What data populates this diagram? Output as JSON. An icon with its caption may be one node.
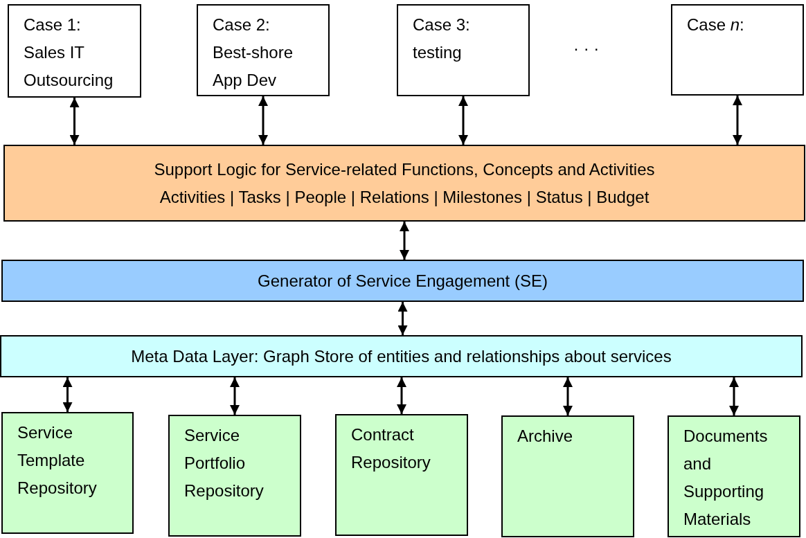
{
  "diagram": {
    "nodes": [
      {
        "text": [
          "Case 1:",
          "Sales IT Outsourcing"
        ]
      },
      {
        "text": [
          "Case 2:",
          "Best-shore App Dev"
        ]
      },
      {
        "text": [
          "Case 3:",
          "testing"
        ]
      },
      {
        "text": [
          "Case *n*:"
        ]
      },
      {
        "text": [
          "Support Logic for Service-related Functions, Concepts and Activities",
          "Activities | Tasks | People | Relations | Milestones | Status | Budget"
        ]
      },
      {
        "text": [
          "Generator of Service Engagement (SE)"
        ]
      },
      {
        "text": [
          "Meta Data Layer: Graph Store of entities and relationships about services"
        ]
      },
      {
        "text": [
          "Service Template Repository"
        ]
      },
      {
        "text": [
          "Service Portfolio Repository"
        ]
      },
      {
        "text": [
          "Contract Repository"
        ]
      },
      {
        "text": [
          "Archive"
        ]
      },
      {
        "text": [
          "Documents and Supporting Materials"
        ]
      }
    ],
    "edges": [
      {
        "from": 0,
        "to": 4,
        "arrow": "both"
      },
      {
        "from": 1,
        "to": 4,
        "arrow": "both"
      },
      {
        "from": 2,
        "to": 4,
        "arrow": "both"
      },
      {
        "from": 3,
        "to": 4,
        "arrow": "both"
      },
      {
        "from": 4,
        "to": 5,
        "arrow": "both"
      },
      {
        "from": 5,
        "to": 6,
        "arrow": "both"
      },
      {
        "from": 6,
        "to": 7,
        "arrow": "both"
      },
      {
        "from": 6,
        "to": 8,
        "arrow": "both"
      },
      {
        "from": 6,
        "to": 9,
        "arrow": "both"
      },
      {
        "from": 6,
        "to": 10,
        "arrow": "both"
      },
      {
        "from": 6,
        "to": 11,
        "arrow": "both"
      }
    ],
    "labels": [
      "· · ·"
    ]
  }
}
